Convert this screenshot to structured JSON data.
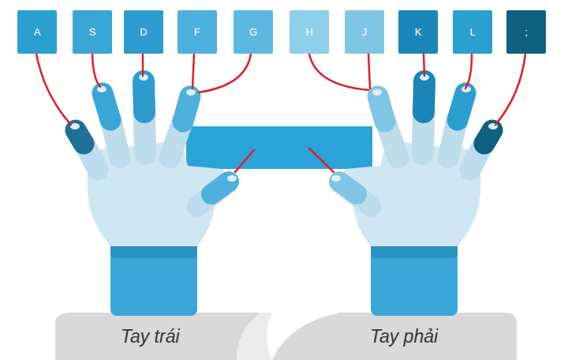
{
  "diagram": {
    "nodes": [
      {
        "text": [
          "A"
        ]
      },
      {
        "text": [
          "S"
        ]
      },
      {
        "text": [
          "D"
        ]
      },
      {
        "text": [
          "F"
        ]
      },
      {
        "text": [
          "G"
        ]
      },
      {
        "text": [
          "H"
        ]
      },
      {
        "text": [
          "J"
        ]
      },
      {
        "text": [
          "K"
        ]
      },
      {
        "text": [
          "L"
        ]
      },
      {
        "text": [
          ";"
        ]
      }
    ],
    "labels": [
      "Tay trái",
      "Tay phải"
    ]
  }
}
